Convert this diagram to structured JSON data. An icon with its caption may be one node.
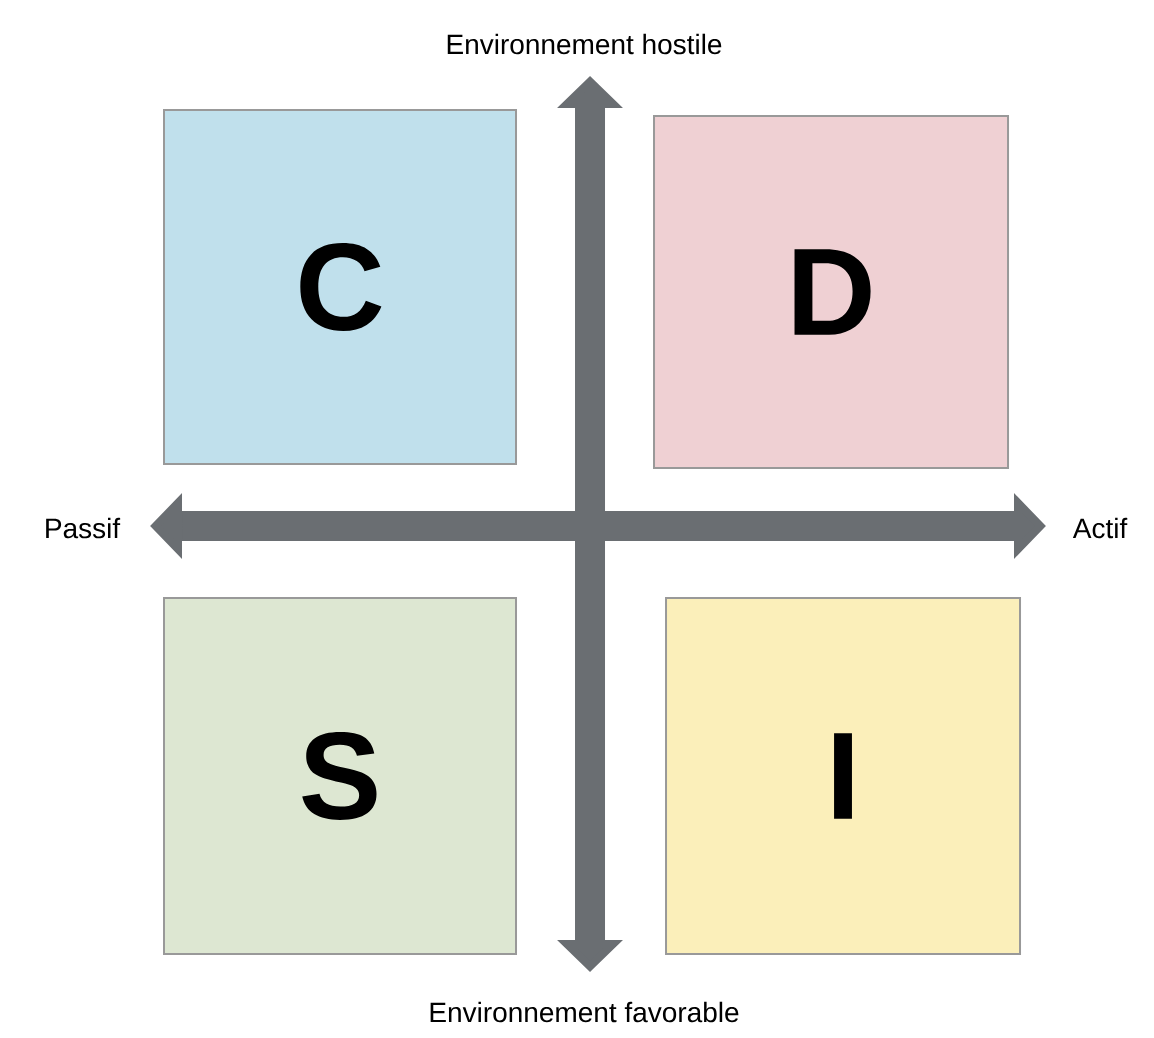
{
  "diagram": {
    "nodes": [
      {
        "text": [
          "C"
        ]
      },
      {
        "text": [
          "D"
        ]
      },
      {
        "text": [
          "S"
        ]
      },
      {
        "text": [
          "I"
        ]
      }
    ],
    "labels": [
      "Environnement hostile",
      "Passif",
      "Actif",
      "Environnement favorable"
    ]
  }
}
